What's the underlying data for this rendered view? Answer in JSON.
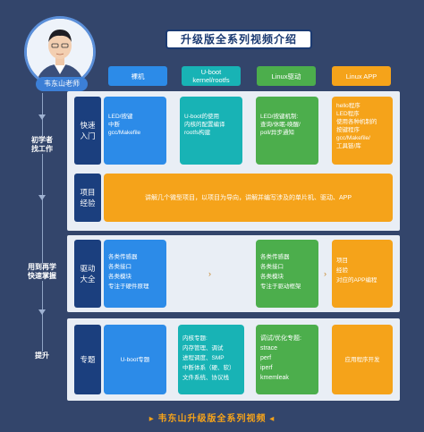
{
  "teacher_tag": "韦东山老师",
  "title": "升级版全系列视频介绍",
  "columns": [
    "裸机",
    "U-boot\nkernel/rootfs",
    "Linux驱动",
    "Linux APP"
  ],
  "stages": [
    "初学者\n找工作",
    "用到再学\n快速掌握",
    "提升"
  ],
  "rows": {
    "quick_start": {
      "label": "快速\n入门",
      "bare_metal": [
        "LED/按键",
        "中断",
        "gcc/Makefile"
      ],
      "uboot": [
        "U-boot的使用",
        "内核的配置编译",
        "rootfs构建"
      ],
      "driver": [
        "LED/按键机制:",
        "查询/休眠-唤醒/",
        "poll/异步通知"
      ],
      "app": [
        "hello程序",
        "LED程序",
        "使用各种机制的",
        "按键程序",
        "gcc/Makefile/",
        "工具链/库"
      ]
    },
    "project": {
      "label": "项目\n经验",
      "text": "讲解几个微型项目，以项目为导向，讲解并编写涉及的单片机、驱动、APP"
    },
    "driver_all": {
      "label": "驱动\n大全",
      "bare_metal": [
        "各类传感器",
        "各类接口",
        "各类模块",
        "专注于硬件原理"
      ],
      "driver": [
        "各类传感器",
        "各类接口",
        "各类模块",
        "专注于驱动框架"
      ],
      "app": [
        "项目",
        "经验",
        "对应的APP编程"
      ]
    },
    "topics": {
      "label": "专题",
      "bare_metal": [
        "U-boot专题"
      ],
      "uboot": [
        "内核专题:",
        "内存管理、调试",
        "进程调度、SMP",
        "中断体系（硬、软）",
        "文件系统、协议栈"
      ],
      "driver": [
        "调试/优化专题:",
        "strace",
        "perf",
        "iperf",
        "kmemleak"
      ],
      "app": [
        "应用程序开发"
      ]
    }
  },
  "arrow_symbol": "›",
  "footer": "▸ 韦东山升级版全系列视频 ◂",
  "colors": {
    "background": "#33456b",
    "panel": "#e9eef5",
    "label": "#1b3f7e",
    "bare_metal": "#2c8be8",
    "uboot": "#18b3b5",
    "driver": "#4cae4c",
    "app": "#f5a31a"
  }
}
